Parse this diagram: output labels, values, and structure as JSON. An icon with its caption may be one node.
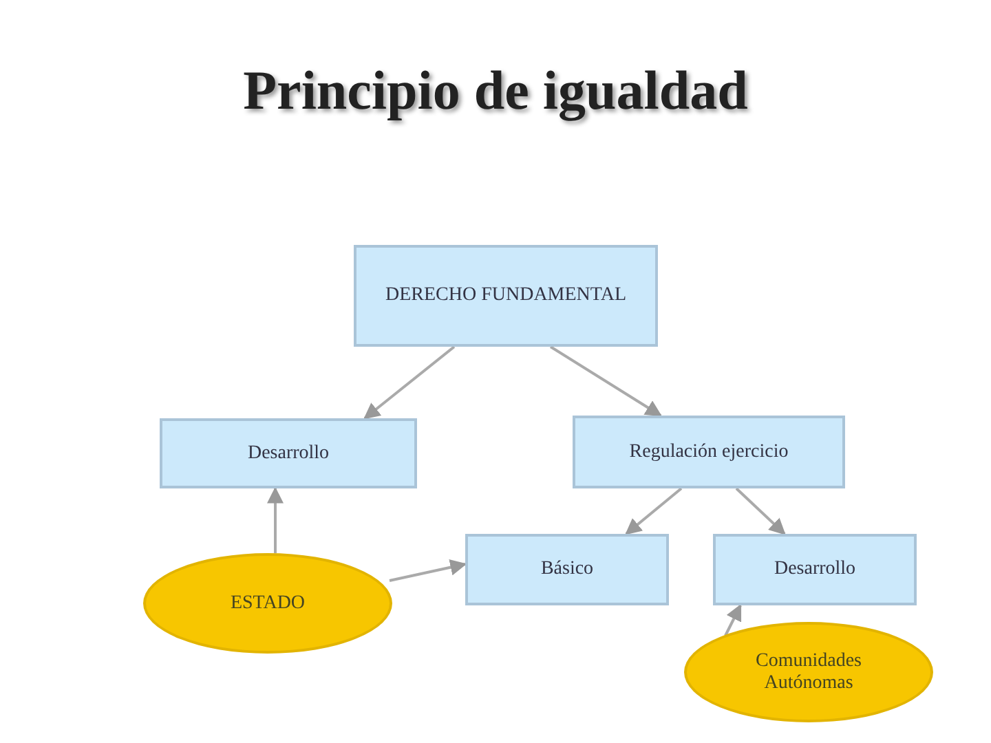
{
  "diagram": {
    "title": "Principio de igualdad",
    "nodes": [
      {
        "text": [
          "DERECHO FUNDAMENTAL"
        ]
      },
      {
        "text": [
          "Desarrollo"
        ]
      },
      {
        "text": [
          "Regulación ejercicio"
        ]
      },
      {
        "text": [
          "Básico"
        ]
      },
      {
        "text": [
          "Desarrollo"
        ]
      },
      {
        "text": [
          "ESTADO"
        ]
      },
      {
        "text": [
          "Comunidades Autónomas"
        ]
      }
    ],
    "edges": [
      {
        "from": 0,
        "to": 1,
        "arrow": "to"
      },
      {
        "from": 0,
        "to": 2,
        "arrow": "to"
      },
      {
        "from": 5,
        "to": 1,
        "arrow": "to"
      },
      {
        "from": 5,
        "to": 3,
        "arrow": "to"
      },
      {
        "from": 2,
        "to": 3,
        "arrow": "to"
      },
      {
        "from": 2,
        "to": 4,
        "arrow": "to"
      },
      {
        "from": 6,
        "to": 4,
        "arrow": "to"
      }
    ]
  }
}
